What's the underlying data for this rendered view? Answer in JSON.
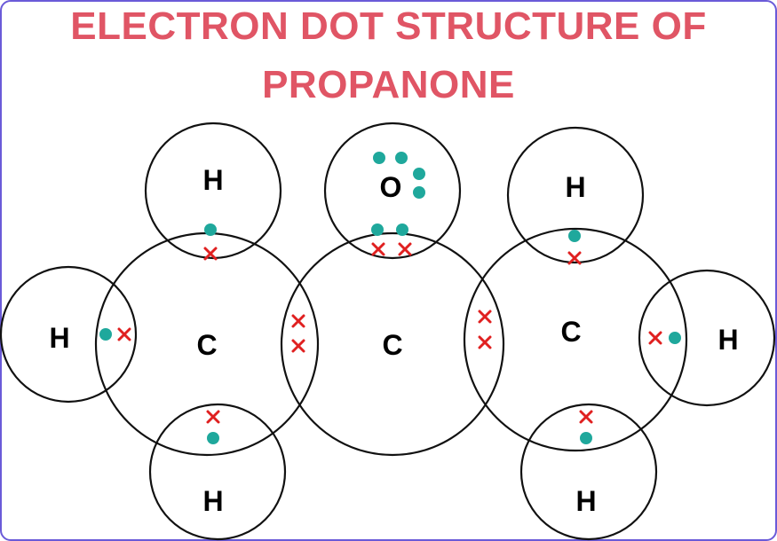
{
  "title": {
    "line1": "ELECTRON DOT STRUCTURE OF",
    "line2": "PROPANONE"
  },
  "colors": {
    "title": "#e05565",
    "dot": "#1fa89c",
    "cross": "#e02020",
    "ring": "#111111",
    "frame": "#6a5ad8"
  },
  "atoms": {
    "c_left": "C",
    "c_center": "C",
    "c_right": "C",
    "o_top": "O",
    "h_top_left": "H",
    "h_far_left": "H",
    "h_bottom_left": "H",
    "h_top_right": "H",
    "h_far_right": "H",
    "h_bottom_right": "H"
  },
  "legend": {
    "dot_icon": "teal-dot-electron-icon",
    "cross_icon": "red-cross-electron-icon"
  }
}
